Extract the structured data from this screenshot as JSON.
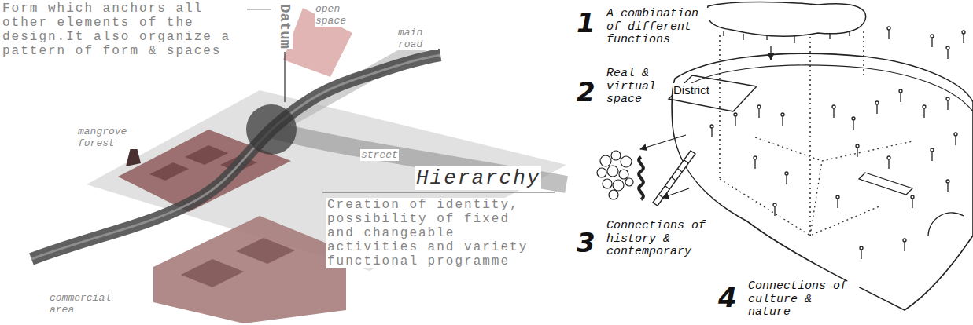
{
  "diagram": {
    "labels": [
      "Form which anchors all other elements of the design.It also organize a pattern of form & spaces",
      "Datum",
      "open space",
      "main road",
      "mangrove forest",
      "street",
      "Hierarchy",
      "Creation of identity, possibility of fixed and changeable activities and variety functional programme",
      "commercial area",
      "1",
      "A combination of different functions",
      "2",
      "Real & virtual space",
      "District",
      "3",
      "Connections of history & contemporary",
      "4",
      "Connections of culture & nature"
    ]
  }
}
